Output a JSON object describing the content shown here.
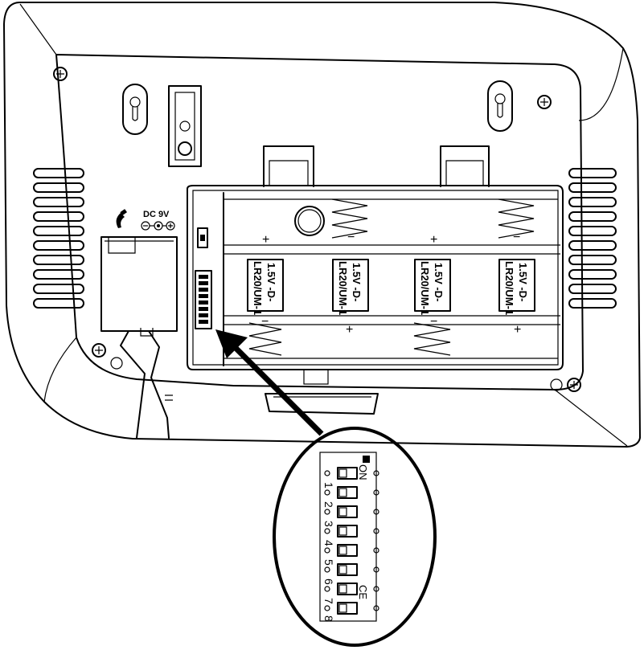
{
  "power_label": {
    "voltage": "DC 9V"
  },
  "batteries": [
    {
      "line1": "1.5V -D-",
      "line2": "LR20/UM-1"
    },
    {
      "line1": "1.5V -D-",
      "line2": "LR20/UM-1"
    },
    {
      "line1": "1.5V -D-",
      "line2": "LR20/UM-1"
    },
    {
      "line1": "1.5V -D-",
      "line2": "LR20/UM-1"
    }
  ],
  "polarity": {
    "plus": "+",
    "minus": "−"
  },
  "dip_switch": {
    "on_label": "ON",
    "ce_label": "CE",
    "switch_numbers": [
      "1",
      "2",
      "3",
      "4",
      "5",
      "6",
      "7",
      "8"
    ]
  },
  "icons": [
    "phone-icon",
    "dc-polarity-icon",
    "screw-icon",
    "keyhole-icon",
    "spring-icon",
    "arrow-icon"
  ]
}
